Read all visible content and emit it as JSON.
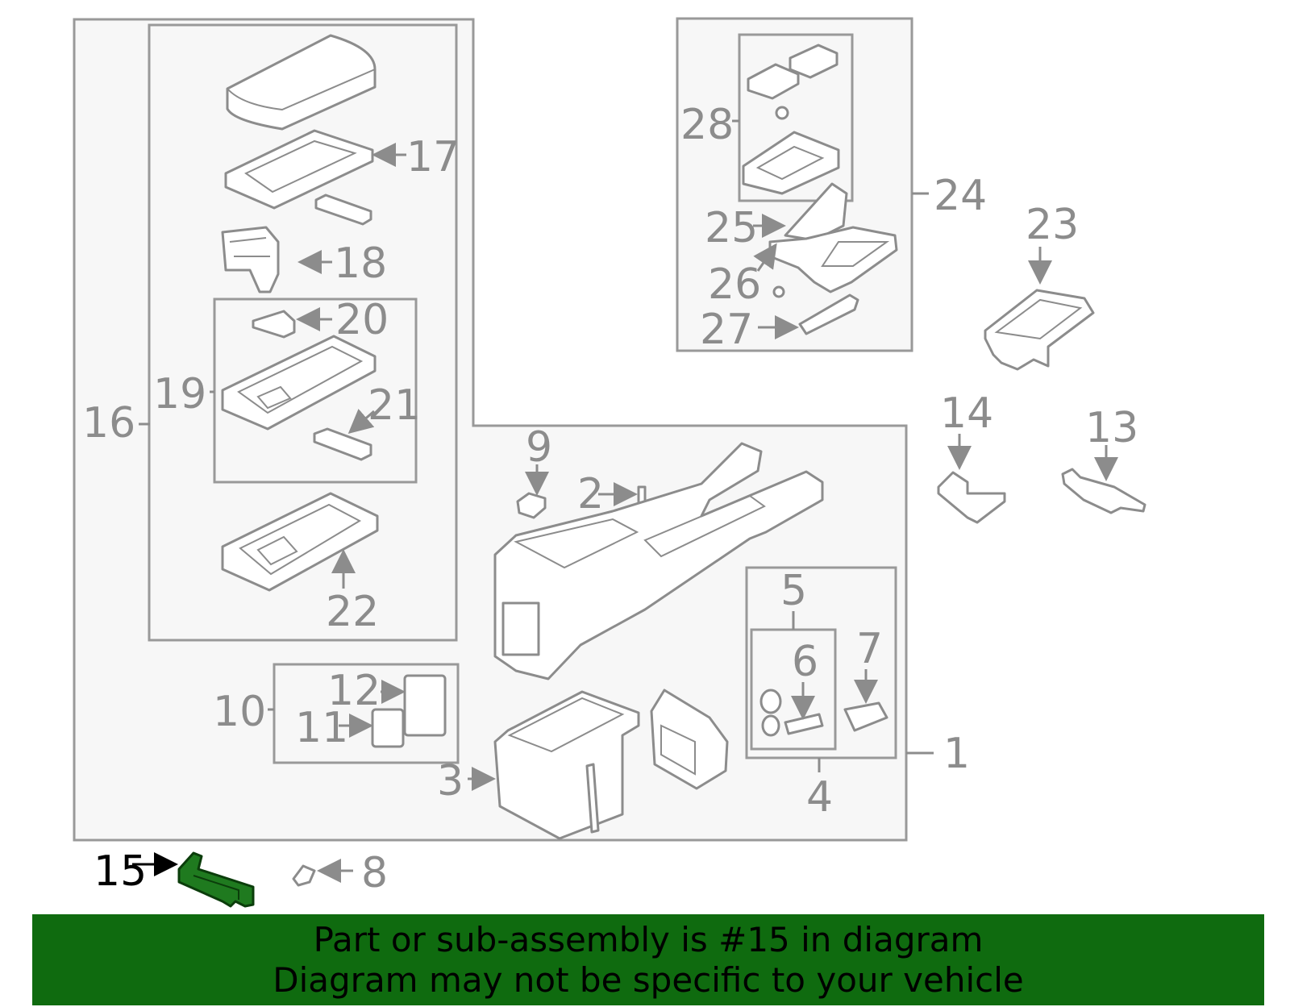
{
  "callouts": [
    "1",
    "2",
    "3",
    "4",
    "5",
    "6",
    "7",
    "8",
    "9",
    "10",
    "11",
    "12",
    "13",
    "14",
    "15",
    "16",
    "17",
    "18",
    "19",
    "20",
    "21",
    "22",
    "23",
    "24",
    "25",
    "26",
    "27",
    "28"
  ],
  "highlighted_callout": "15",
  "colors": {
    "banner_background": "#0f6b0f",
    "highlight_part": "#1f7a1f",
    "line_art": "#8c8c8c"
  },
  "banner": {
    "line1": "Part or sub-assembly is #15 in diagram",
    "line2": "Diagram may not be specific to your vehicle"
  }
}
